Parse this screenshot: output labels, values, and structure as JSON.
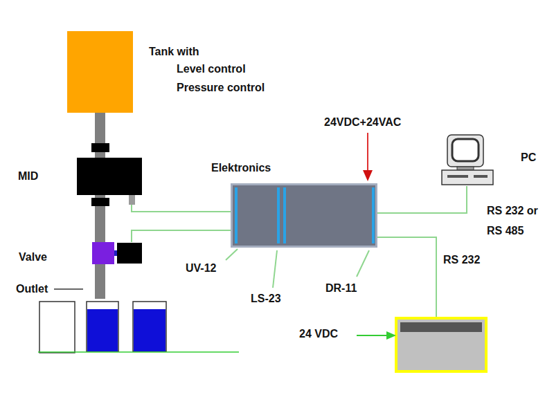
{
  "diagram": {
    "nodes": [
      {
        "text": [
          "Tank with",
          "Level control",
          "Pressure control"
        ]
      },
      {
        "text": [
          "MID"
        ]
      },
      {
        "text": [
          "Valve"
        ]
      },
      {
        "text": [
          "Elektronics"
        ]
      },
      {
        "text": [
          "PC"
        ]
      }
    ],
    "edges": [
      {
        "from": 0,
        "to": 1,
        "arrow": "none"
      },
      {
        "from": 1,
        "to": 2,
        "arrow": "none"
      },
      {
        "from": 1,
        "to": 3,
        "arrow": "none"
      },
      {
        "from": 2,
        "to": 3,
        "arrow": "none"
      },
      {
        "from": 3,
        "to": 4,
        "arrow": "none"
      }
    ],
    "labels": [
      "24VDC+24VAC",
      "RS 232 or RS 485",
      "RS 232",
      "UV-12",
      "LS-23",
      "DR-11",
      "24 VDC",
      "Outlet"
    ]
  }
}
